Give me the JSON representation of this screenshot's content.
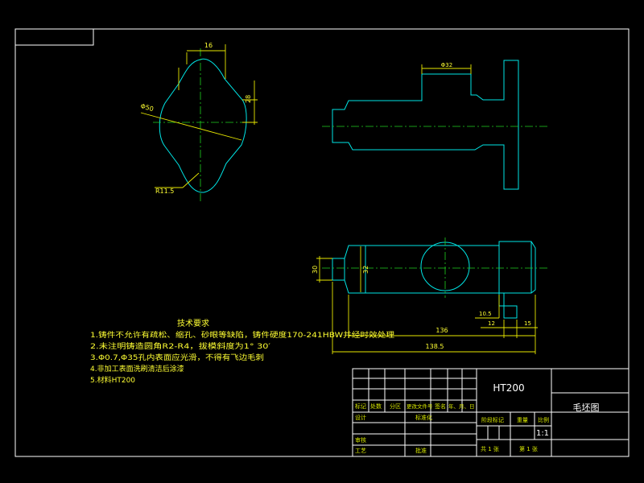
{
  "dimensions": {
    "width_16": "16",
    "dia_50": "Φ50",
    "dim_28": "28",
    "r11_5": "R11.5",
    "phi32": "Φ32",
    "dim_30": "30",
    "dim_32": "32",
    "dim_10_5": "10.5",
    "dim_12": "12",
    "dim_15": "15",
    "dim_136": "136",
    "dim_138_5": "138.5"
  },
  "tech_requirements": {
    "title": "技术要求",
    "items": [
      "1.铸件不允许有疏松、缩孔、砂眼等缺陷，铸件硬度170-241HBW并经时效处理",
      "2.未注明铸造圆角R2-R4，拔模斜度为1° 30′",
      "3.Φ0.7,Φ35孔内表面应光滑，不得有飞边毛刺",
      "4.非加工表面洗刷清洁后涂漆",
      "5.材料HT200"
    ]
  },
  "title_block": {
    "material": "HT200",
    "drawing_name": "毛坯图",
    "row_labels": [
      "标记",
      "处数",
      "分区",
      "更改文件号",
      "签名",
      "年、月、日"
    ],
    "designer": "设计",
    "standardize": "标准化",
    "reviewer": "审核",
    "process": "工艺",
    "approve": "批准",
    "stage_mark": "阶段标记",
    "weight": "重量",
    "scale_label": "比例",
    "scale_value": "1:1",
    "sheets_total": "共 1 张",
    "sheet_no": "第 1 张"
  }
}
